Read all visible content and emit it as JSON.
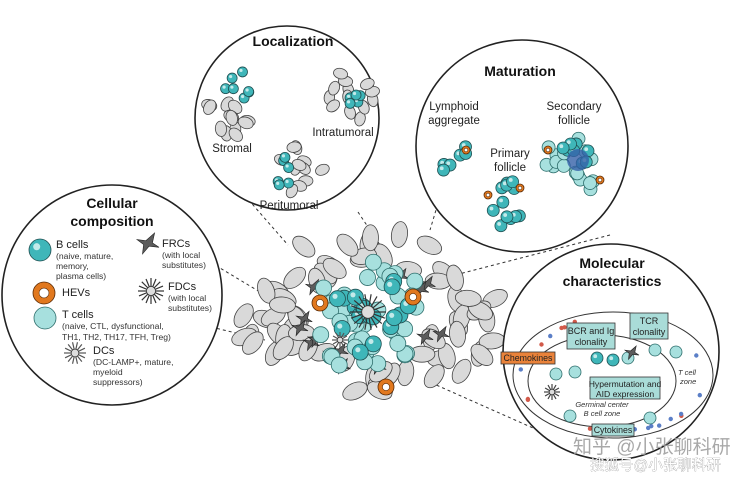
{
  "colors": {
    "b_cell": "#3fb6b9",
    "b_cell_core": "#16676b",
    "t_cell": "#a7e0de",
    "stroma": "#d9d9d9",
    "frc": "#5c5c5c",
    "hev": "#e1781e",
    "dc": "#777777",
    "box": "#a9dcd8",
    "chemokine_box": "#e9823a",
    "deep_b": "#3560a8"
  },
  "localization": {
    "title": "Localization",
    "stromal": "Stromal",
    "intratumoral": "Intratumoral",
    "peritumoral": "Peritumoral"
  },
  "maturation": {
    "title": "Maturation",
    "lymphoid_aggregate": [
      "Lymphoid",
      "aggregate"
    ],
    "primary_follicle": [
      "Primary",
      "follicle"
    ],
    "secondary_follicle": [
      "Secondary",
      "follicle"
    ]
  },
  "cellular": {
    "title": [
      "Cellular",
      "composition"
    ],
    "b_cells": "B cells",
    "b_cells_sub": [
      "(naive, mature,",
      "memory,",
      "plasma cells)"
    ],
    "frcs": "FRCs",
    "frcs_sub": [
      "(with local",
      "substitutes)"
    ],
    "hevs": "HEVs",
    "fdcs": "FDCs",
    "fdcs_sub": [
      "(with local",
      "substitutes)"
    ],
    "t_cells": "T cells",
    "t_cells_sub": [
      "(naive, CTL, dysfunctional,",
      "TH1, TH2, TH17, TFH, Treg)"
    ],
    "dcs": "DCs",
    "dcs_sub": [
      "(DC-LAMP+, mature,",
      "myeloid",
      "suppressors)"
    ]
  },
  "molecular": {
    "title": [
      "Molecular",
      "characteristics"
    ],
    "bcr": [
      "BCR and Ig",
      "clonality"
    ],
    "tcr": [
      "TCR",
      "clonality"
    ],
    "chemokines": "Chemokines",
    "hypermutation": [
      "Hypermutation and",
      "AID expression"
    ],
    "t_zone": [
      "T cell",
      "zone"
    ],
    "germinal": [
      "Germinal center",
      "B cell zone"
    ],
    "cytokines": "Cytokines"
  },
  "watermark": {
    "zhihu": "知乎 @小张聊科研",
    "sohu": "搜狐号@小张聊科研"
  }
}
